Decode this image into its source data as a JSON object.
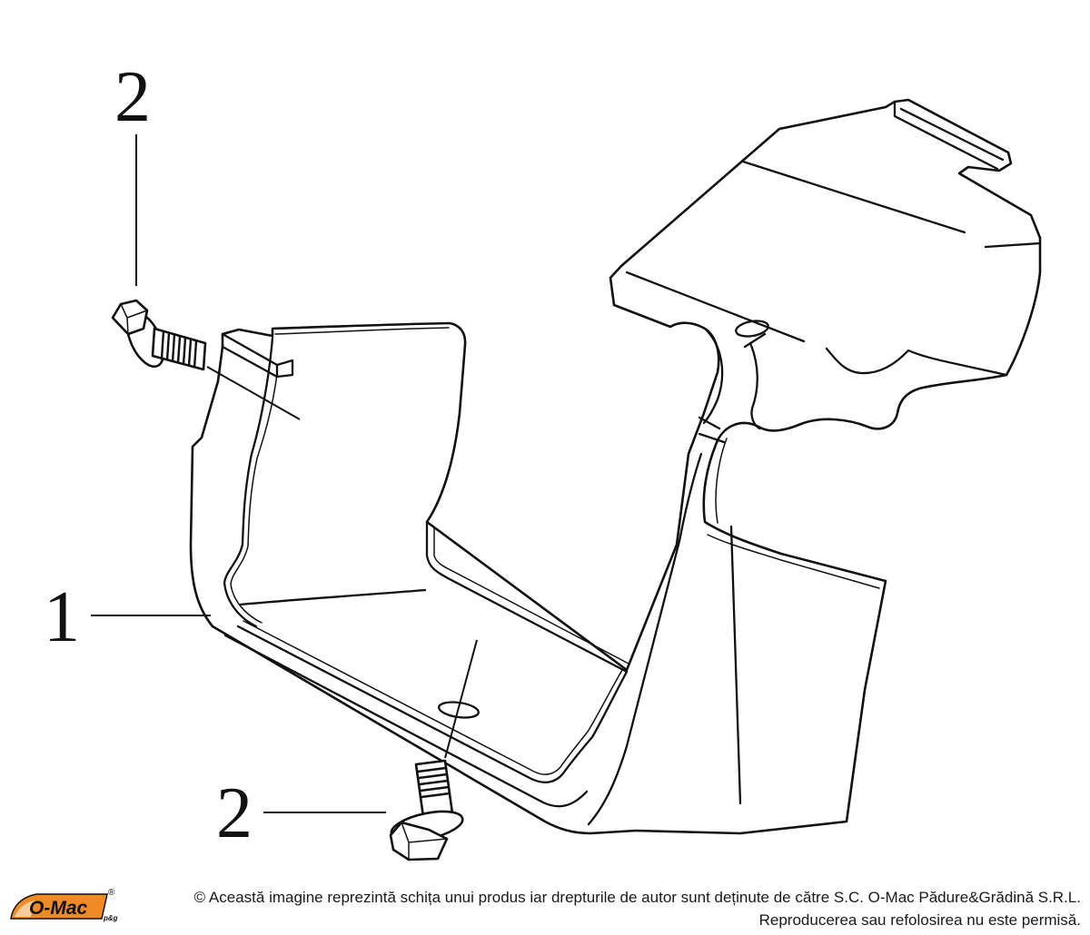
{
  "diagram": {
    "callouts": [
      {
        "label": "2"
      },
      {
        "label": "1"
      },
      {
        "label": "2"
      }
    ]
  },
  "footer": {
    "copyright_line1": "© Această imagine reprezintă schița unui produs iar drepturile de autor sunt deținute de către S.C. O-Mac Pădure&Grădină S.R.L.",
    "copyright_line2": "Reproducerea sau refolosirea nu este permisă.",
    "logo": {
      "text": "O-Mac",
      "registered": "®",
      "suffix": "p&g",
      "accent_color": "#f08a24"
    }
  },
  "colors": {
    "line": "#111111",
    "background": "#ffffff"
  }
}
